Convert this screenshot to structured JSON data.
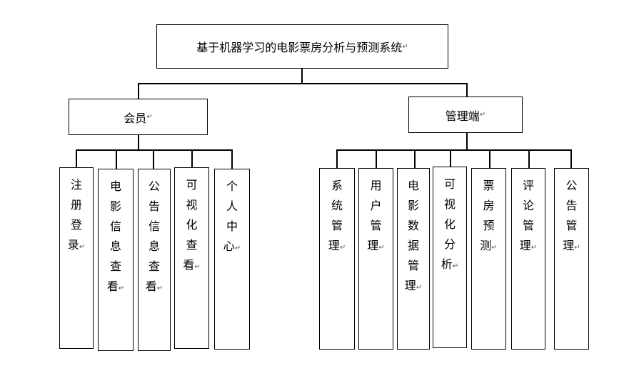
{
  "root": {
    "label": "基于机器学习的电影票房分析与预测系统"
  },
  "member": {
    "label": "会员",
    "children": [
      "注册登录",
      "电影信息查看",
      "公告信息查看",
      "可视化查看",
      "个人中心"
    ]
  },
  "admin": {
    "label": "管理端",
    "children": [
      "系统管理",
      "用户管理",
      "电影数据管理",
      "可视化分析",
      "票房预测",
      "评论管理",
      "公告管理"
    ]
  },
  "para_mark": "↵"
}
